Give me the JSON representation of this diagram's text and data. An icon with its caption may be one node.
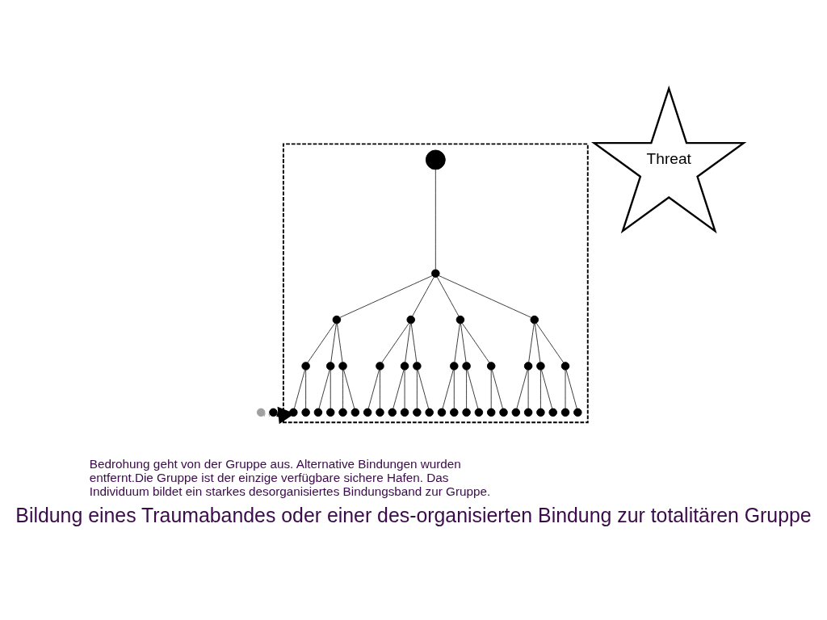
{
  "diagram": {
    "title": "Bildung eines Traumabandes oder einer des-organisierten Bindung zur totalitären Gruppe",
    "nodes": [
      {
        "text": [],
        "shape": "triangle"
      },
      {
        "text": [],
        "shape": "circle",
        "in": 0
      },
      {
        "text": [],
        "shape": "circle",
        "in": 0
      },
      {
        "text": [],
        "shape": "circle",
        "in": 0
      },
      {
        "text": [],
        "shape": "circle",
        "in": 0
      },
      {
        "text": [],
        "shape": "circle",
        "in": 0
      },
      {
        "text": [],
        "shape": "circle",
        "in": 0
      },
      {
        "text": [],
        "shape": "circle",
        "in": 0
      },
      {
        "text": [],
        "shape": "circle",
        "in": 0
      },
      {
        "text": [],
        "shape": "circle",
        "in": 0
      },
      {
        "text": [],
        "shape": "circle",
        "in": 0
      },
      {
        "text": [],
        "shape": "circle",
        "in": 0
      },
      {
        "text": [],
        "shape": "circle",
        "in": 0
      },
      {
        "text": [],
        "shape": "circle",
        "in": 0
      },
      {
        "text": [],
        "shape": "circle",
        "in": 0
      },
      {
        "text": [],
        "shape": "circle",
        "in": 0
      },
      {
        "text": [],
        "shape": "circle",
        "in": 0
      },
      {
        "text": [],
        "shape": "circle",
        "in": 0
      },
      {
        "text": [],
        "shape": "circle",
        "in": 0
      },
      {
        "text": [],
        "shape": "circle",
        "in": 0
      },
      {
        "text": [],
        "shape": "circle",
        "in": 0
      },
      {
        "text": [],
        "shape": "circle",
        "in": 0
      },
      {
        "text": [],
        "shape": "circle",
        "in": 0
      },
      {
        "text": [],
        "shape": "circle",
        "in": 0
      },
      {
        "text": [],
        "shape": "circle",
        "in": 0
      },
      {
        "text": [],
        "shape": "circle",
        "in": 0
      },
      {
        "text": [],
        "shape": "circle",
        "in": 0
      },
      {
        "text": [],
        "shape": "circle",
        "in": 0
      },
      {
        "text": [],
        "shape": "circle",
        "in": 0
      },
      {
        "text": [],
        "shape": "circle",
        "in": 0
      },
      {
        "text": [],
        "shape": "circle",
        "in": 0
      },
      {
        "text": [],
        "shape": "circle",
        "in": 0
      },
      {
        "text": [],
        "shape": "circle",
        "in": 0
      },
      {
        "text": [],
        "shape": "circle",
        "in": 0
      },
      {
        "text": [],
        "shape": "circle",
        "in": 0
      },
      {
        "text": [],
        "shape": "circle",
        "in": 0
      },
      {
        "text": [],
        "shape": "circle",
        "in": 0
      },
      {
        "text": [],
        "shape": "circle",
        "in": 0
      },
      {
        "text": [],
        "shape": "circle",
        "in": 0
      },
      {
        "text": [],
        "shape": "circle",
        "in": 0
      },
      {
        "text": [],
        "shape": "circle",
        "in": 0
      },
      {
        "text": [],
        "shape": "circle",
        "in": 0
      },
      {
        "text": [],
        "shape": "circle",
        "in": 0
      },
      {
        "text": [],
        "shape": "circle"
      },
      {
        "text": [],
        "shape": "circle"
      },
      {
        "text": [
          "Threat"
        ]
      }
    ],
    "edges": [
      {
        "from": 1,
        "to": 2,
        "arrow": "none"
      },
      {
        "from": 2,
        "to": 3,
        "arrow": "none"
      },
      {
        "from": 2,
        "to": 4,
        "arrow": "none"
      },
      {
        "from": 2,
        "to": 5,
        "arrow": "none"
      },
      {
        "from": 2,
        "to": 6,
        "arrow": "none"
      },
      {
        "from": 3,
        "to": 7,
        "arrow": "none"
      },
      {
        "from": 3,
        "to": 8,
        "arrow": "none"
      },
      {
        "from": 3,
        "to": 9,
        "arrow": "none"
      },
      {
        "from": 4,
        "to": 10,
        "arrow": "none"
      },
      {
        "from": 4,
        "to": 11,
        "arrow": "none"
      },
      {
        "from": 4,
        "to": 12,
        "arrow": "none"
      },
      {
        "from": 5,
        "to": 13,
        "arrow": "none"
      },
      {
        "from": 5,
        "to": 14,
        "arrow": "none"
      },
      {
        "from": 5,
        "to": 15,
        "arrow": "none"
      },
      {
        "from": 6,
        "to": 16,
        "arrow": "none"
      },
      {
        "from": 6,
        "to": 17,
        "arrow": "none"
      },
      {
        "from": 6,
        "to": 18,
        "arrow": "none"
      },
      {
        "from": 7,
        "to": 19,
        "arrow": "none"
      },
      {
        "from": 7,
        "to": 20,
        "arrow": "none"
      },
      {
        "from": 8,
        "to": 21,
        "arrow": "none"
      },
      {
        "from": 8,
        "to": 22,
        "arrow": "none"
      },
      {
        "from": 9,
        "to": 23,
        "arrow": "none"
      },
      {
        "from": 9,
        "to": 24,
        "arrow": "none"
      },
      {
        "from": 10,
        "to": 25,
        "arrow": "none"
      },
      {
        "from": 10,
        "to": 26,
        "arrow": "none"
      },
      {
        "from": 11,
        "to": 27,
        "arrow": "none"
      },
      {
        "from": 11,
        "to": 28,
        "arrow": "none"
      },
      {
        "from": 12,
        "to": 29,
        "arrow": "none"
      },
      {
        "from": 12,
        "to": 30,
        "arrow": "none"
      },
      {
        "from": 13,
        "to": 31,
        "arrow": "none"
      },
      {
        "from": 13,
        "to": 32,
        "arrow": "none"
      },
      {
        "from": 14,
        "to": 33,
        "arrow": "none"
      },
      {
        "from": 14,
        "to": 34,
        "arrow": "none"
      },
      {
        "from": 15,
        "to": 35,
        "arrow": "none"
      },
      {
        "from": 15,
        "to": 36,
        "arrow": "none"
      },
      {
        "from": 16,
        "to": 37,
        "arrow": "none"
      },
      {
        "from": 16,
        "to": 38,
        "arrow": "none"
      },
      {
        "from": 17,
        "to": 39,
        "arrow": "none"
      },
      {
        "from": 17,
        "to": 40,
        "arrow": "none"
      },
      {
        "from": 18,
        "to": 41,
        "arrow": "none"
      },
      {
        "from": 18,
        "to": 42,
        "arrow": "none"
      },
      {
        "from": 43,
        "to": 44,
        "arrow": "none",
        "style": "dashed",
        "color": "#a0a0a0"
      },
      {
        "from": 44,
        "to": 19,
        "arrow": "to",
        "style": "thick"
      }
    ],
    "labels": [
      "Bedrohung geht von der Gruppe aus. Alternative Bindungen wurden entfernt.Die Gruppe ist der einzige verfügbare sichere Hafen. Das Individuum bildet ein starkes desorganisiertes Bindungsband zur Gruppe."
    ]
  }
}
